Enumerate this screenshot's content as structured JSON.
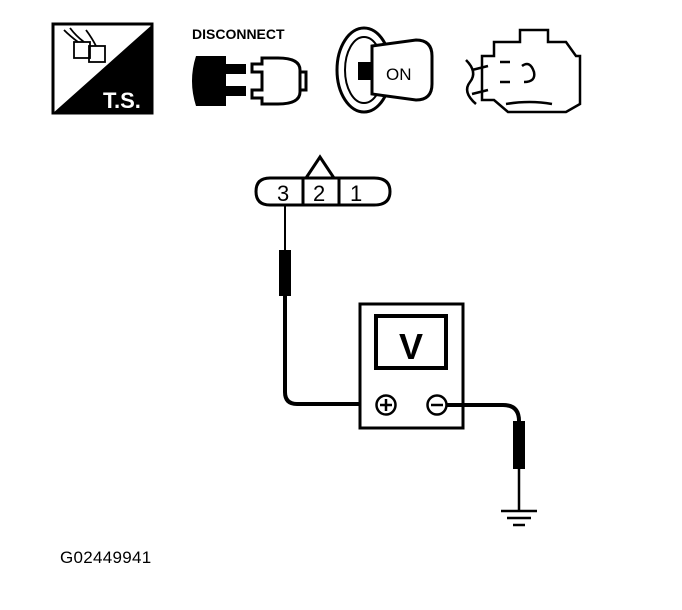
{
  "icons": {
    "ts": {
      "name": "ts-icon",
      "label": "T.S."
    },
    "disconnect": {
      "name": "disconnect-connector-icon",
      "label": "DISCONNECT"
    },
    "ignition": {
      "name": "ignition-key-icon",
      "label": "ON"
    },
    "engine": {
      "name": "engine-icon"
    }
  },
  "connector": {
    "pins": [
      "3",
      "2",
      "1"
    ]
  },
  "voltmeter": {
    "display_label": "V"
  },
  "figure_id": "G02449941",
  "colors": {
    "line": "#000000",
    "background": "#ffffff"
  }
}
